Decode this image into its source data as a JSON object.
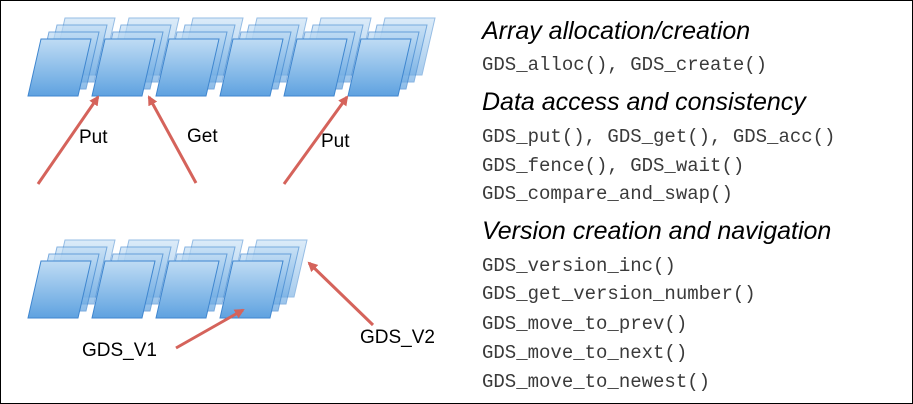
{
  "diagram": {
    "arrow_labels": {
      "put_left": "Put",
      "get": "Get",
      "put_right": "Put",
      "v1": "GDS_V1",
      "v2": "GDS_V2"
    },
    "colors": {
      "block_fill_top": "#bfdcf4",
      "block_fill_bottom": "#5fa2e0",
      "block_stroke": "#3f86cf",
      "arrow": "#d5635b"
    }
  },
  "api_list": {
    "sections": [
      {
        "heading": "Array allocation/creation",
        "lines": [
          "GDS_alloc(), GDS_create()"
        ]
      },
      {
        "heading": "Data access and consistency",
        "lines": [
          "GDS_put(), GDS_get(), GDS_acc()",
          "GDS_fence(), GDS_wait()",
          "GDS_compare_and_swap()"
        ]
      },
      {
        "heading": "Version creation and navigation",
        "lines": [
          "GDS_version_inc()",
          "GDS_get_version_number()",
          "GDS_move_to_prev()",
          "GDS_move_to_next()",
          "GDS_move_to_newest()"
        ]
      }
    ]
  }
}
